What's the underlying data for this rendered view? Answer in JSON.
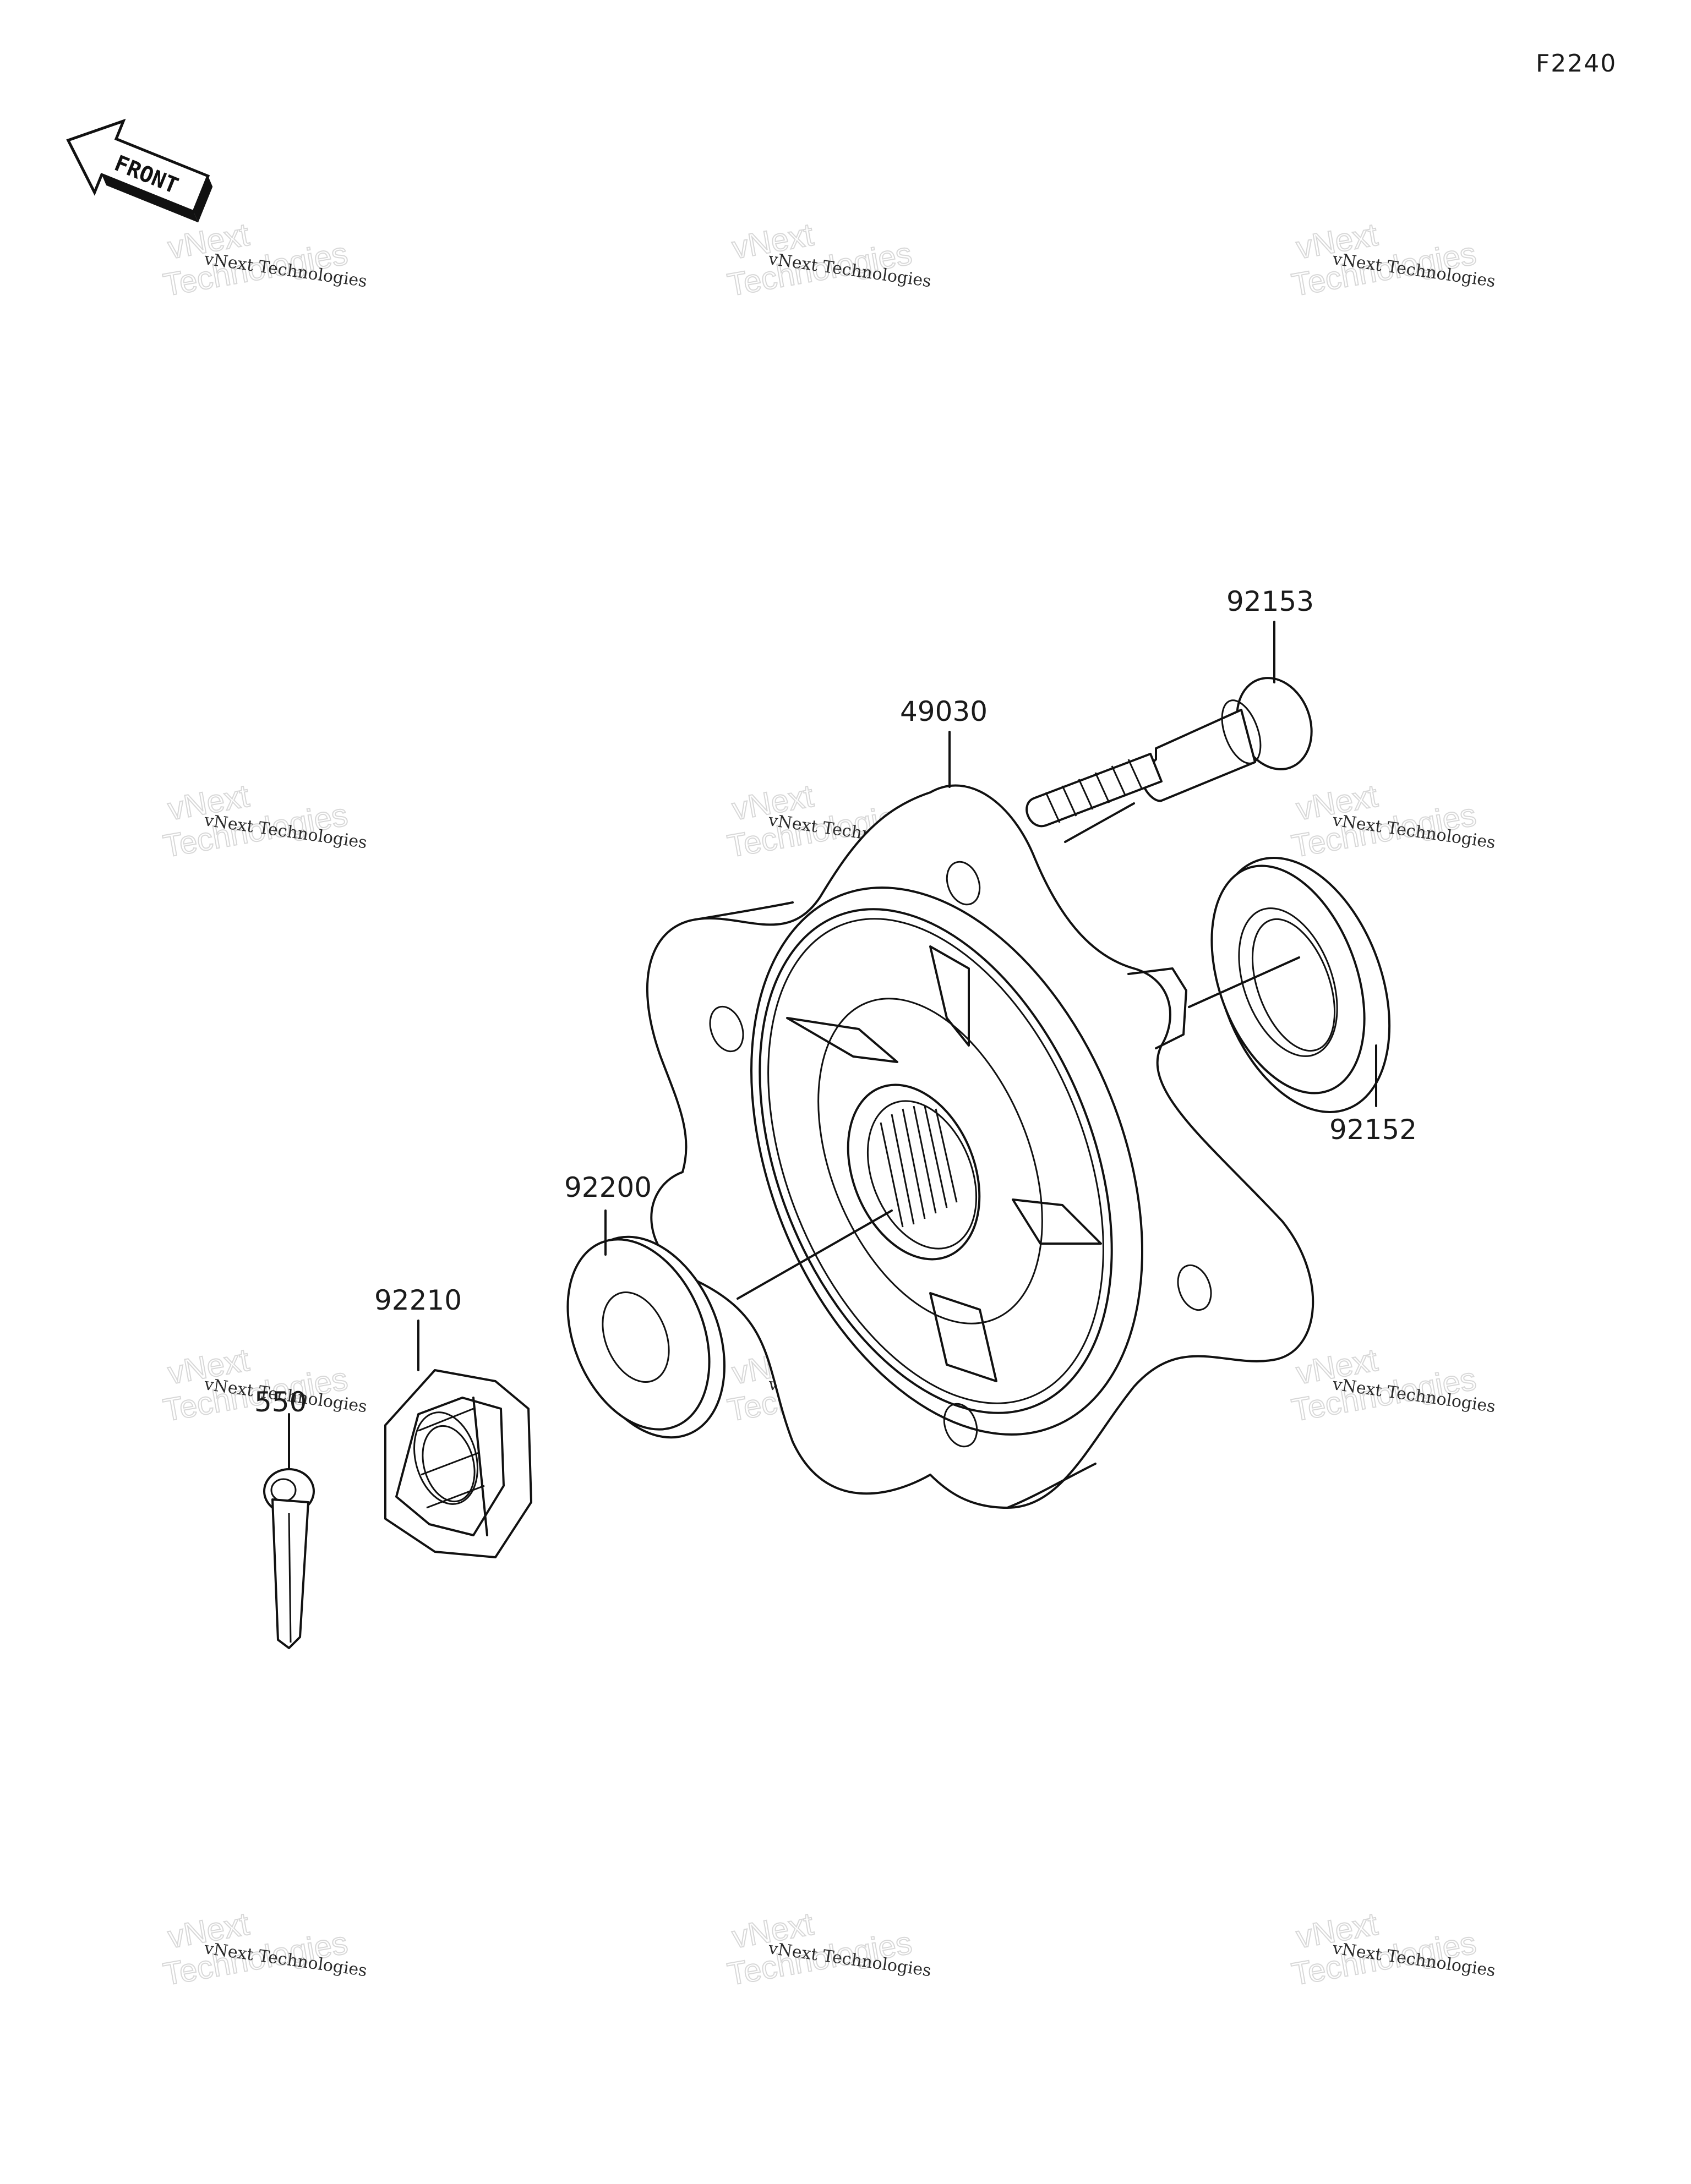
{
  "figure_code": "F2240",
  "front_arrow": {
    "label": "FRONT",
    "icon": "front-arrow-icon"
  },
  "parts": [
    {
      "number": "92153",
      "name": "hub-bolt"
    },
    {
      "number": "49030",
      "name": "hub"
    },
    {
      "number": "92152",
      "name": "oil-seal"
    },
    {
      "number": "92200",
      "name": "washer"
    },
    {
      "number": "92210",
      "name": "castle-nut"
    },
    {
      "number": "550",
      "name": "cotter-pin"
    }
  ],
  "watermark": {
    "line1": "vNext Technologies",
    "line2": "vNext",
    "line3": "Technologies"
  }
}
